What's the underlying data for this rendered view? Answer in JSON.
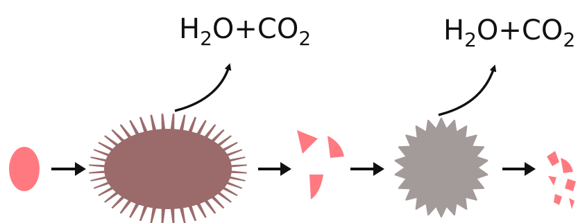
{
  "reactions": [
    {
      "p1": "H",
      "s1": "2",
      "p2": "O+CO",
      "s2": "2"
    },
    {
      "p1": "H",
      "s1": "2",
      "p2": "O+CO",
      "s2": "2"
    }
  ],
  "colors": {
    "particle": "#ff7a80",
    "large_spiky": "#9b6b6b",
    "small_spiky": "#a39a9a",
    "arrow": "#111111"
  },
  "icons": {
    "arrow": "right-arrow-icon",
    "curved_arrow": "curved-arrow-icon"
  }
}
